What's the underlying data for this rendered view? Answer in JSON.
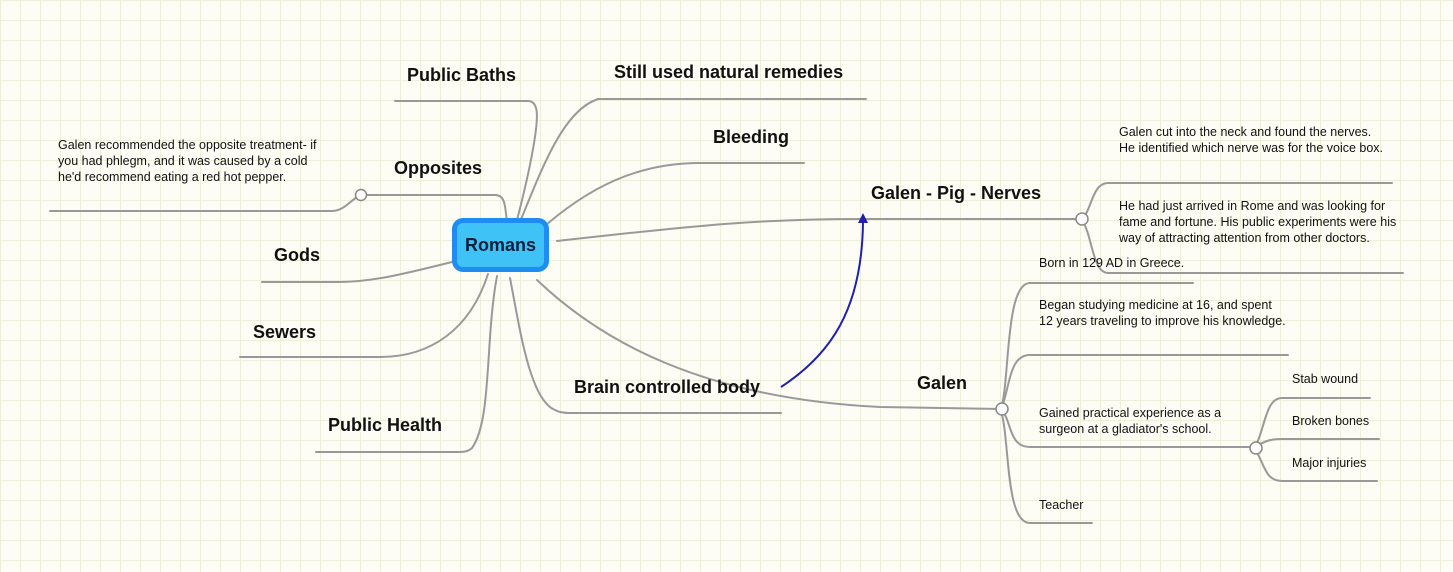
{
  "root": {
    "label": "Romans"
  },
  "topics": {
    "public_baths": "Public Baths",
    "natural_remedies": "Still used natural remedies",
    "bleeding": "Bleeding",
    "opposites": "Opposites",
    "gods": "Gods",
    "sewers": "Sewers",
    "public_health": "Public Health",
    "brain": "Brain controlled body",
    "pig_nerves": "Galen - Pig - Nerves",
    "galen": "Galen"
  },
  "notes": {
    "opposites_note": "Galen recommended the opposite treatment- if you had phlegm, and it was caused by a  cold he'd recommend eating a red hot pepper.",
    "nerves_note_1": "Galen cut into the neck and found the nerves. He identified which nerve was for the voice box.",
    "nerves_note_2": "He had just arrived in Rome and was looking for fame and fortune. His public experiments were his way of attracting attention from other doctors.",
    "born": "Born in 129 AD in Greece.",
    "studying": "Began studying medicine at 16, and spent 12 years traveling to improve his knowledge.",
    "experience": "Gained practical experience as a surgeon at a gladiator's school.",
    "teacher": "Teacher"
  },
  "injuries": {
    "stab": "Stab wound",
    "bones": "Broken bones",
    "major": "Major injuries"
  },
  "colors": {
    "line": "#999999",
    "root_fill": "#3fc3f7",
    "root_border": "#1f8cf4",
    "relationship_arrow": "#2020b0"
  }
}
